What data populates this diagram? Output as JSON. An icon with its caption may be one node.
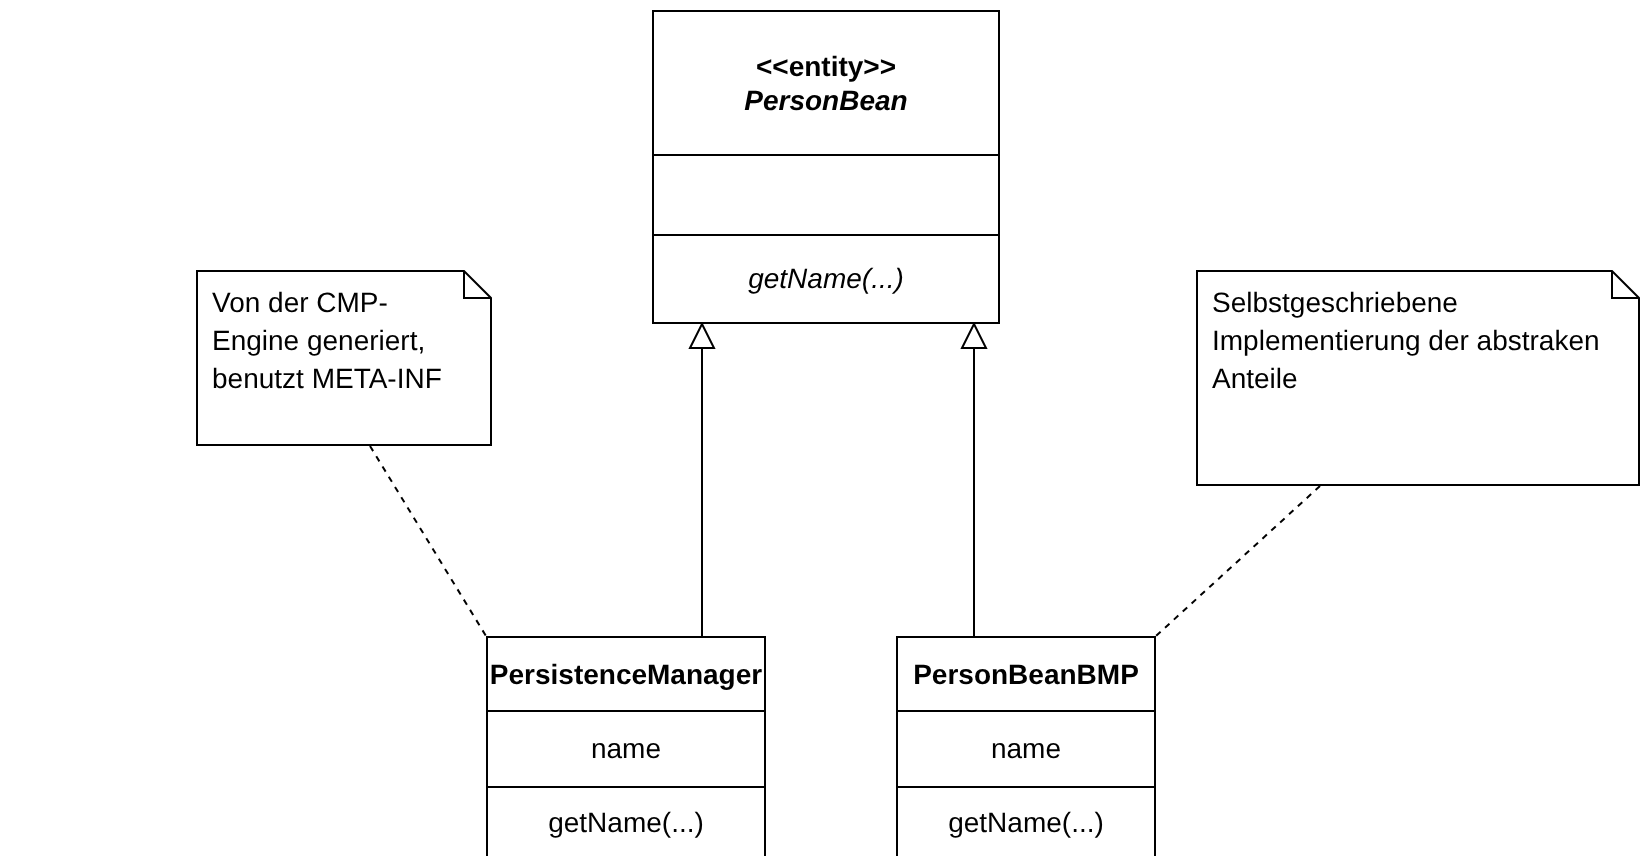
{
  "diagram": {
    "nodes": [
      {
        "text": [
          "<<entity>>",
          "PersonBean",
          "getName(...)"
        ]
      },
      {
        "text": [
          "Von der CMP-Engine generiert, benutzt META-INF"
        ]
      },
      {
        "text": [
          "Selbstgeschriebene Implementierung der abstraken Anteile"
        ]
      },
      {
        "text": [
          "PersistenceManager",
          "name",
          "getName(...)"
        ]
      },
      {
        "text": [
          "PersonBeanBMP",
          "name",
          "getName(...)"
        ]
      }
    ],
    "edges": [
      {
        "from": 3,
        "to": 0,
        "arrow": "to"
      },
      {
        "from": 4,
        "to": 0,
        "arrow": "to"
      },
      {
        "from": 1,
        "to": 3,
        "arrow": "none",
        "style": "dashed"
      },
      {
        "from": 2,
        "to": 4,
        "arrow": "none",
        "style": "dashed"
      }
    ]
  }
}
